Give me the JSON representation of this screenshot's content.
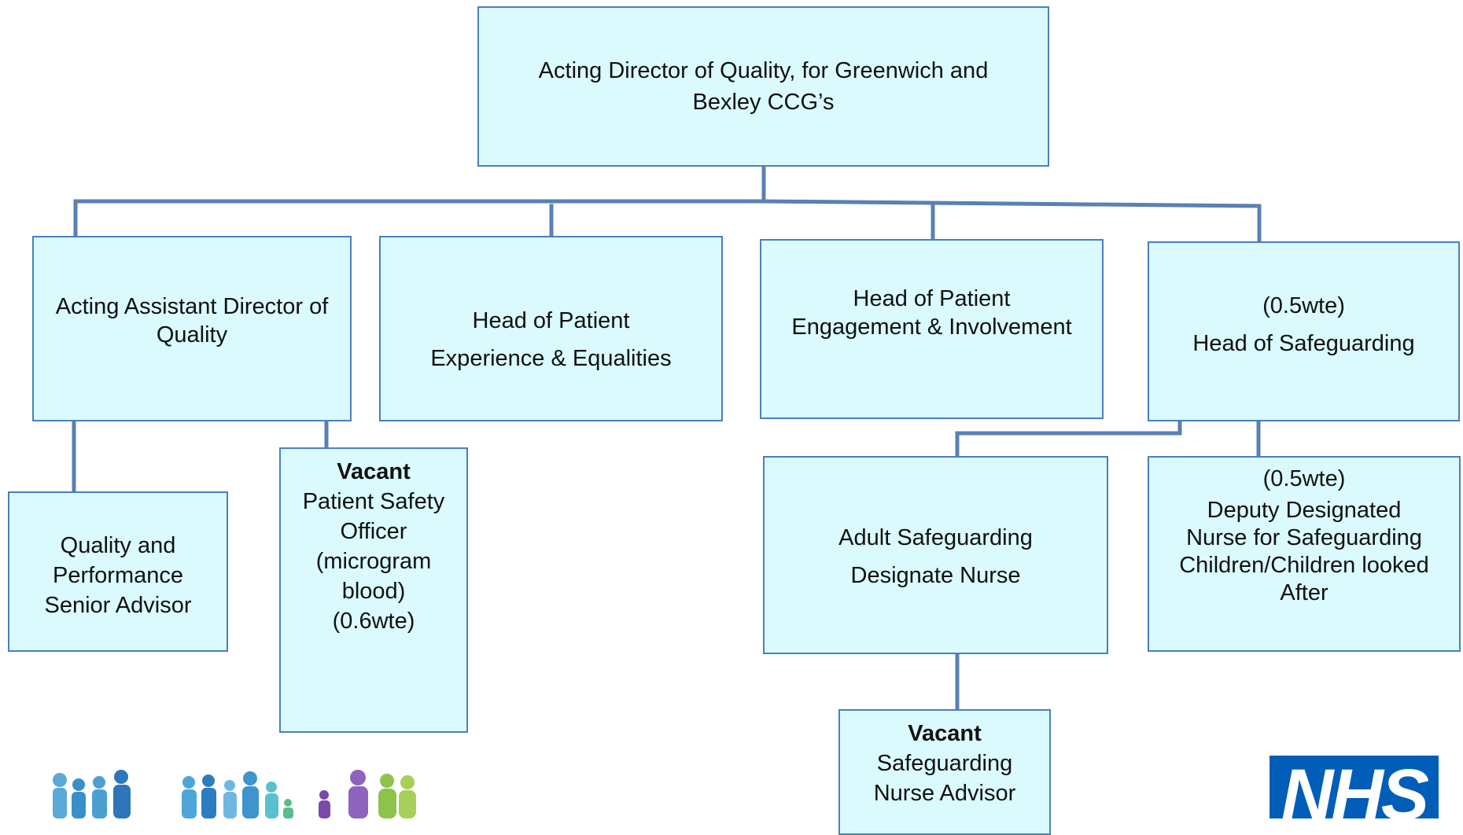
{
  "director": {
    "line1": "Acting Director of Quality, for Greenwich and",
    "line2": "Bexley CCG’s"
  },
  "acting_assistant": {
    "line1": "Acting Assistant Director of",
    "line2": "Quality"
  },
  "patient_experience": {
    "line1": "Head of Patient",
    "line2": "Experience & Equalities"
  },
  "patient_engagement": {
    "line1": "Head of Patient",
    "line2": "Engagement & Involvement"
  },
  "safeguarding_head": {
    "wte": "(0.5wte)",
    "title": "Head of Safeguarding"
  },
  "quality_advisor": {
    "line1": "Quality and",
    "line2": "Performance",
    "line3": "Senior Advisor"
  },
  "patient_safety": {
    "status": "Vacant",
    "line1": "Patient Safety",
    "line2": "Officer",
    "line3": "(microgram",
    "line4": "blood)",
    "line5": "(0.6wte)"
  },
  "adult_safeguarding": {
    "line1": "Adult Safeguarding",
    "line2": "Designate Nurse"
  },
  "deputy_nurse": {
    "wte": "(0.5wte)",
    "line1": "Deputy Designated",
    "line2": "Nurse for Safeguarding",
    "line3": "Children/Children looked",
    "line4": "After"
  },
  "safeguarding_nurse": {
    "status": "Vacant",
    "line1": "Safeguarding",
    "line2": "Nurse Advisor"
  },
  "logo": {
    "text": "NHS",
    "color": "#005eb8"
  },
  "colors": {
    "box_fill": "#dafafd",
    "box_border": "#4a7fbf",
    "connector": "#5a80b4"
  }
}
